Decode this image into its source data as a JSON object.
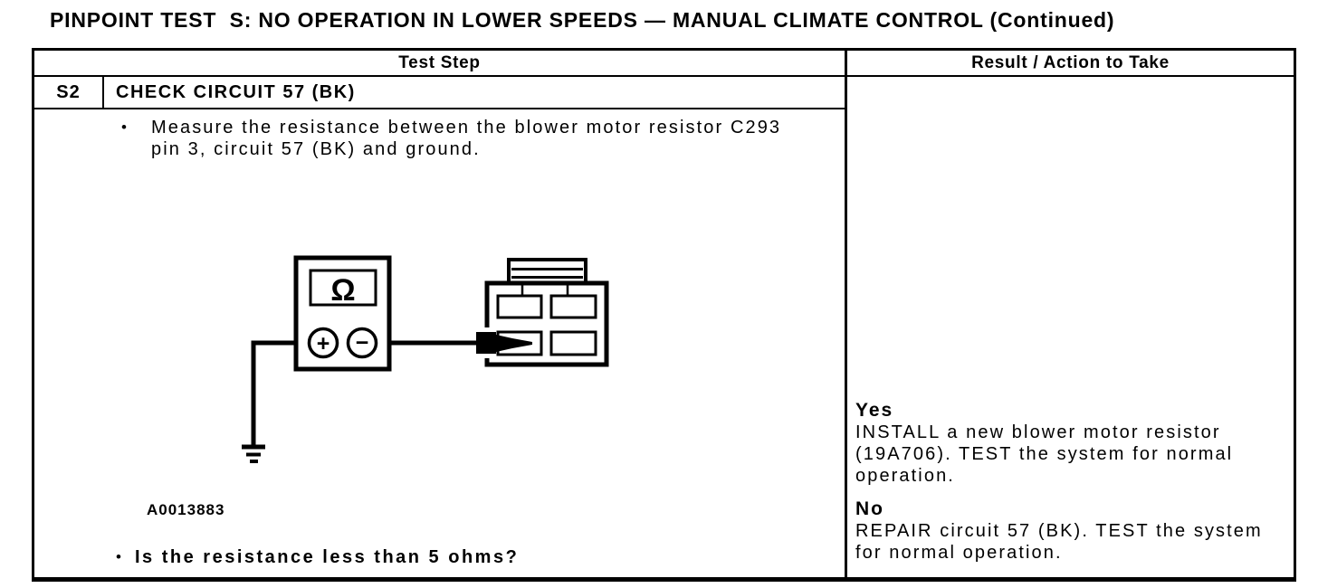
{
  "title": "PINPOINT TEST  S: NO OPERATION IN LOWER SPEEDS — MANUAL CLIMATE CONTROL (Continued)",
  "bullet_char": "•",
  "colors": {
    "ink": "#000000",
    "paper": "#ffffff"
  },
  "table": {
    "headers": {
      "test_step": "Test Step",
      "result": "Result / Action to Take"
    },
    "step": {
      "id": "S2",
      "name": "CHECK CIRCUIT 57 (BK)"
    },
    "test_step": {
      "instruction": {
        "lines": [
          "Measure the resistance between the blower motor resistor C293",
          "pin 3, circuit 57 (BK) and ground."
        ]
      },
      "figure": {
        "id": "A0013883",
        "meter": {
          "omega": "Ω",
          "plus": "+",
          "minus": "−"
        }
      },
      "question": "Is the resistance less than 5 ohms?"
    },
    "result": {
      "yes": {
        "label": "Yes",
        "lines": [
          "INSTALL a new blower motor resistor",
          "(19A706). TEST the system for normal",
          "operation."
        ]
      },
      "no": {
        "label": "No",
        "lines": [
          "REPAIR circuit 57 (BK). TEST the system",
          "for normal operation."
        ]
      }
    }
  }
}
